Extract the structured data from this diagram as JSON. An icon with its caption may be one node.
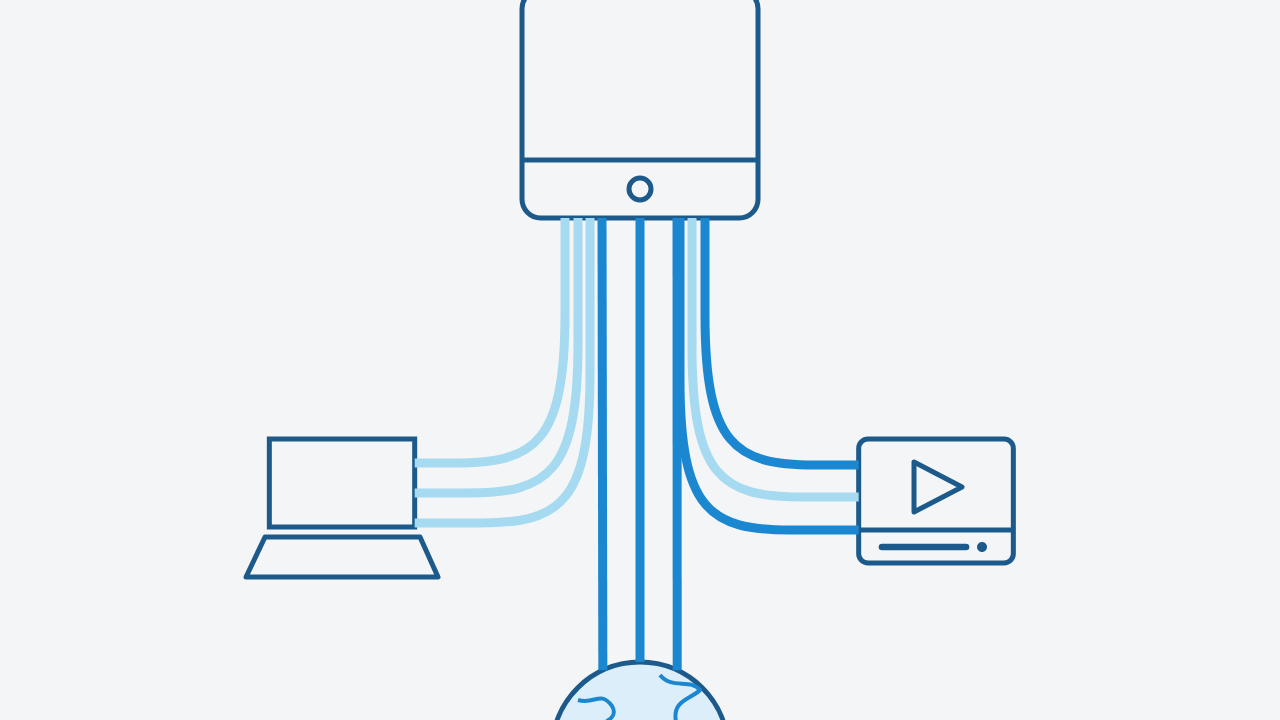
{
  "diagram": {
    "nodes": [
      {
        "text": [],
        "shape": "phone"
      },
      {
        "text": [],
        "shape": "laptop"
      },
      {
        "text": [],
        "shape": "screen"
      },
      {
        "text": [],
        "shape": "globe"
      }
    ],
    "edges": [
      {
        "from": 0,
        "to": 1,
        "arrow": "none",
        "color": "#a6daf0"
      },
      {
        "from": 0,
        "to": 1,
        "arrow": "none",
        "color": "#a6daf0"
      },
      {
        "from": 0,
        "to": 1,
        "arrow": "none",
        "color": "#a6daf0"
      },
      {
        "from": 0,
        "to": 2,
        "arrow": "none"
      },
      {
        "from": 0,
        "to": 2,
        "arrow": "none",
        "color": "#a6daf0"
      },
      {
        "from": 0,
        "to": 2,
        "arrow": "none"
      },
      {
        "from": 0,
        "to": 3,
        "arrow": "none"
      },
      {
        "from": 0,
        "to": 3,
        "arrow": "none"
      },
      {
        "from": 0,
        "to": 3,
        "arrow": "none"
      }
    ]
  }
}
